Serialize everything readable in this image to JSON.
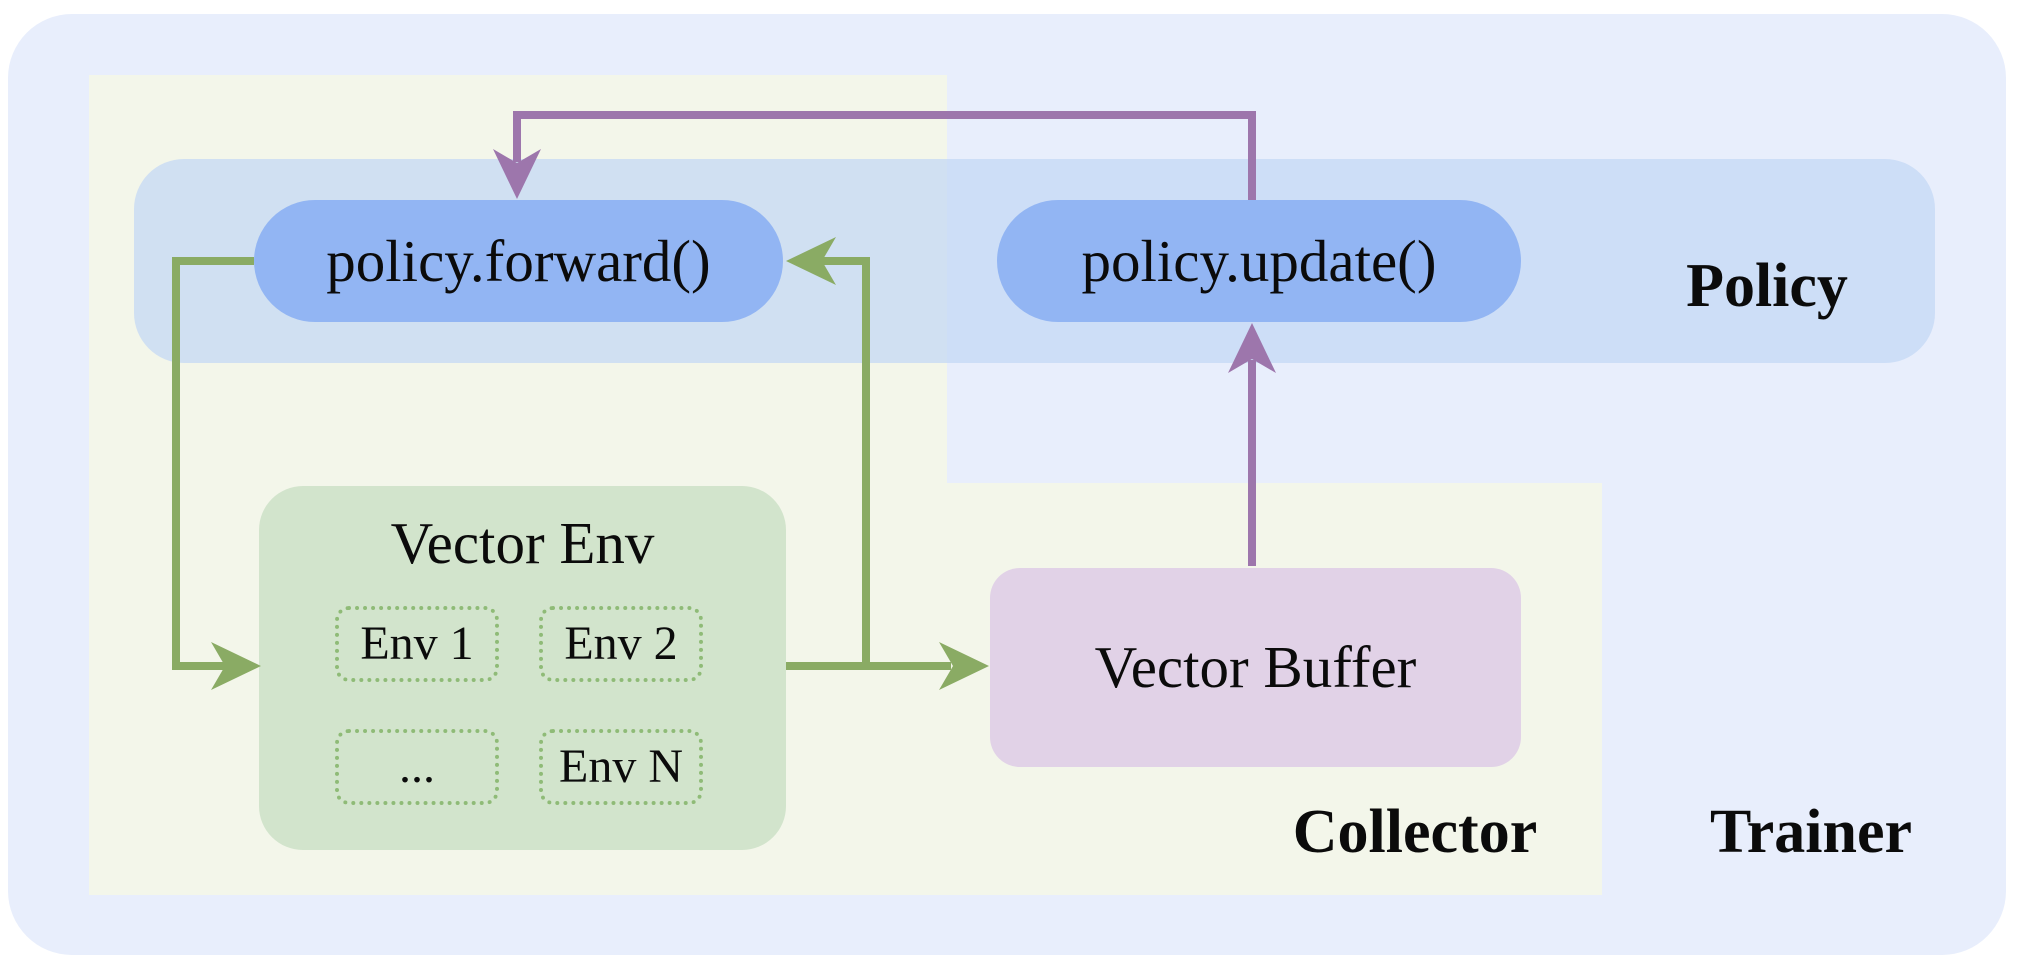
{
  "diagram": {
    "regions": {
      "policy": "Policy",
      "collector": "Collector",
      "trainer": "Trainer"
    },
    "nodes": {
      "policy_forward": "policy.forward()",
      "policy_update": "policy.update()",
      "vector_env": "Vector Env",
      "vector_buffer": "Vector Buffer",
      "envs": [
        "Env 1",
        "Env 2",
        "...",
        "Env N"
      ]
    },
    "colors": {
      "trainer_bg": "#e8eefc",
      "collector_bg": "#f3f6ea",
      "policy_band": "#cdddf8",
      "pill_blue": "#92b5f3",
      "env_box_green": "#d2e4cc",
      "env_cell_border": "#8fbb77",
      "buffer_mauve": "#e1d2e7",
      "arrow_green": "#8aab64",
      "arrow_purple": "#9d76ac"
    }
  }
}
